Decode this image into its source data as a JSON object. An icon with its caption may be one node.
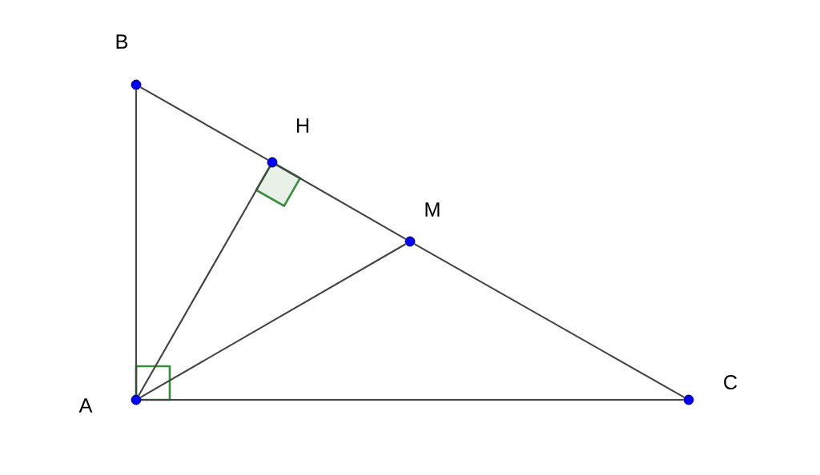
{
  "diagram": {
    "nodes": [
      {
        "text": [],
        "shape": "circle",
        "beside": [
          "B"
        ]
      },
      {
        "text": [],
        "shape": "circle",
        "beside": [
          "H"
        ]
      },
      {
        "text": [],
        "shape": "circle",
        "beside": [
          "M"
        ]
      },
      {
        "text": [],
        "shape": "circle",
        "beside": [
          "A"
        ]
      },
      {
        "text": [],
        "shape": "circle",
        "beside": [
          "C"
        ]
      }
    ],
    "edges": [
      {
        "from": 3,
        "to": 0,
        "arrow": "none"
      },
      {
        "from": 0,
        "to": 1,
        "arrow": "none"
      },
      {
        "from": 1,
        "to": 2,
        "arrow": "none"
      },
      {
        "from": 2,
        "to": 4,
        "arrow": "none"
      },
      {
        "from": 3,
        "to": 4,
        "arrow": "none"
      },
      {
        "from": 3,
        "to": 1,
        "arrow": "none"
      },
      {
        "from": 3,
        "to": 2,
        "arrow": "none"
      }
    ]
  }
}
